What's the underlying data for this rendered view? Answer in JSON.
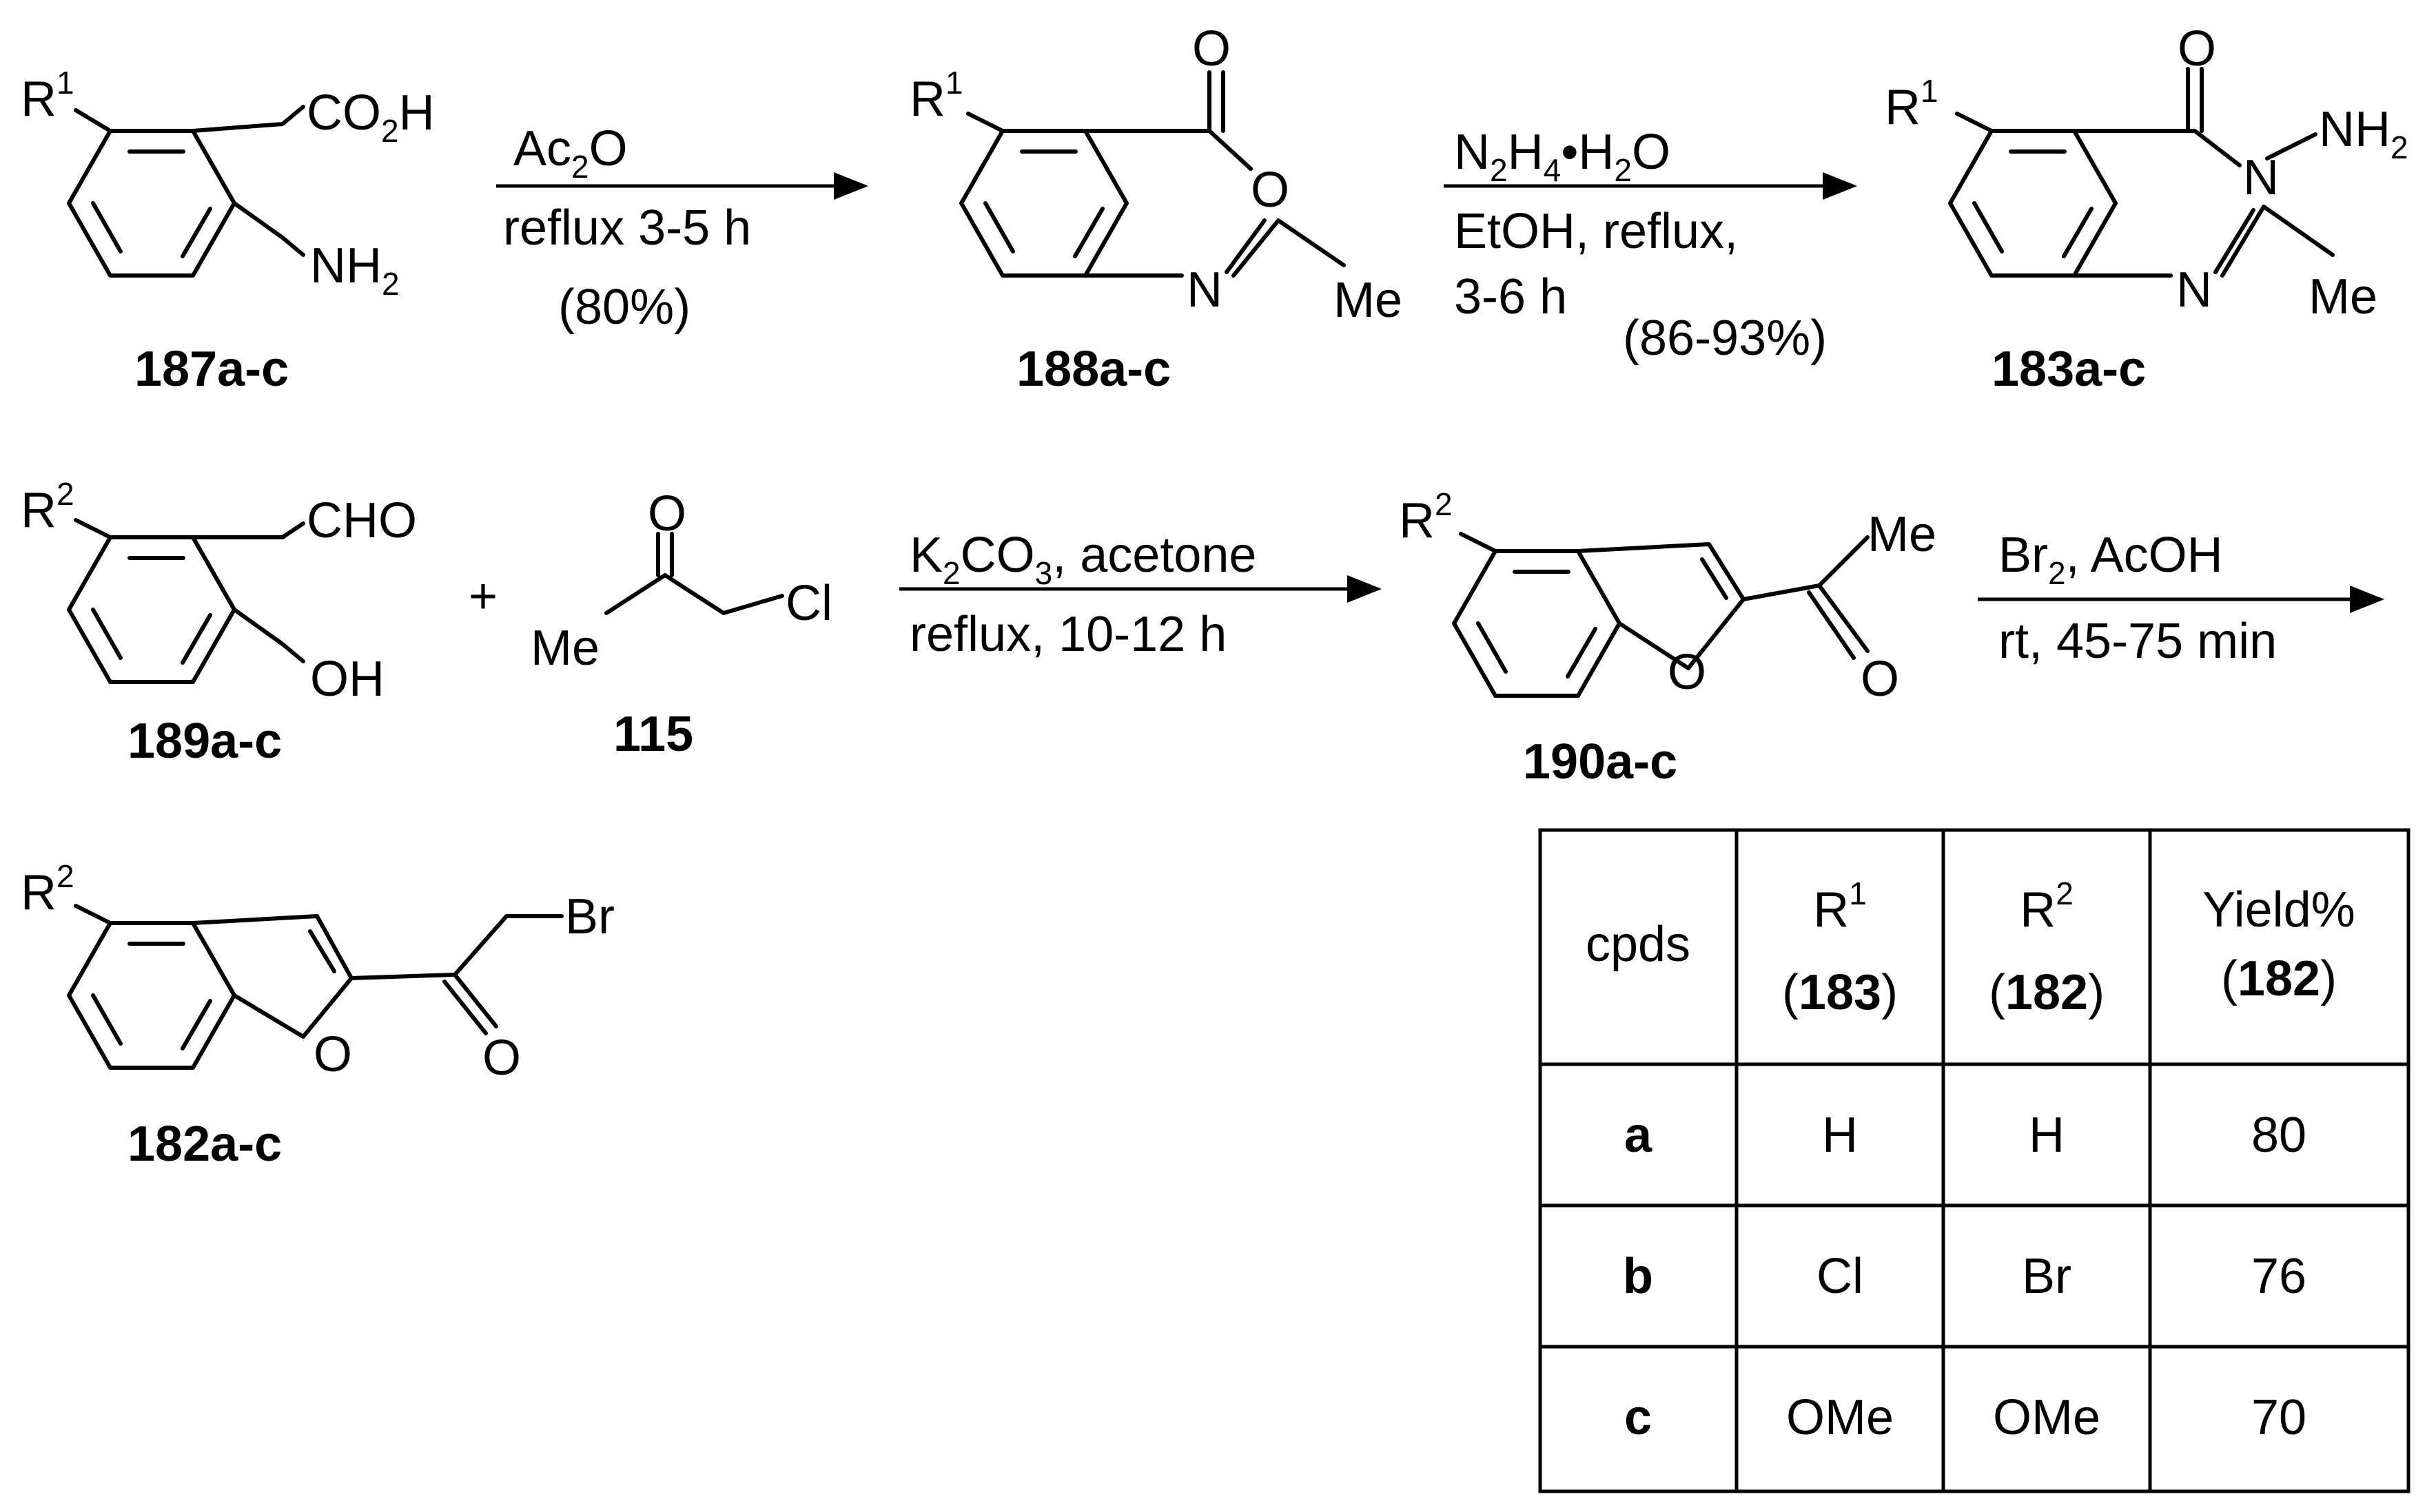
{
  "compounds": {
    "c187": "187a-c",
    "c188": "188a-c",
    "c183": "183a-c",
    "c189": "189a-c",
    "c115": "115",
    "c190": "190a-c",
    "c182": "182a-c"
  },
  "reactions": {
    "step1": {
      "reagent": "Ac",
      "reagent_sub": "2",
      "reagent_tail": "O",
      "line2": "reflux 3-5 h",
      "line3": "(80%)"
    },
    "step2": {
      "line1": "N",
      "line1_sub1": "2",
      "line1_mid": "H",
      "line1_sub2": "4",
      "line1_dot": "•H",
      "line1_sub3": "2",
      "line1_tail": "O",
      "line2": "EtOH, reflux,",
      "line3": "3-6 h",
      "yield": "(86-93%)"
    },
    "step3": {
      "line1": "K",
      "line1_sub1": "2",
      "line1_mid": "CO",
      "line1_sub2": "3",
      "line1_tail": ", acetone",
      "line2": "reflux, 10-12 h"
    },
    "step4": {
      "line1": "Br",
      "line1_sub": "2",
      "line1_tail": ", AcOH",
      "line2": "rt, 45-75 min"
    },
    "plus": "+"
  },
  "atoms": {
    "R": "R",
    "sup1": "1",
    "sup2": "2",
    "CO2H_a": "CO",
    "CO2H_sub": "2",
    "CO2H_b": "H",
    "NH2_a": "NH",
    "NH2_sub": "2",
    "O": "O",
    "N": "N",
    "Me": "Me",
    "CHO": "CHO",
    "OH": "OH",
    "Cl": "Cl",
    "Br": "Br"
  },
  "table": {
    "headers": [
      {
        "line1": "cpds",
        "line2": ""
      },
      {
        "line1": "R",
        "sup": "1",
        "line2_pre": "(",
        "line2_bold": "183",
        "line2_post": ")"
      },
      {
        "line1": "R",
        "sup": "2",
        "line2_pre": "(",
        "line2_bold": "182",
        "line2_post": ")"
      },
      {
        "line1": "Yield%",
        "sup": "",
        "line2_pre": "(",
        "line2_bold": "182",
        "line2_post": ")"
      }
    ],
    "rows": [
      {
        "cpd": "a",
        "r1": "H",
        "r2": "H",
        "yield": "80"
      },
      {
        "cpd": "b",
        "r1": "Cl",
        "r2": "Br",
        "yield": "76"
      },
      {
        "cpd": "c",
        "r1": "OMe",
        "r2": "OMe",
        "yield": "70"
      }
    ]
  }
}
